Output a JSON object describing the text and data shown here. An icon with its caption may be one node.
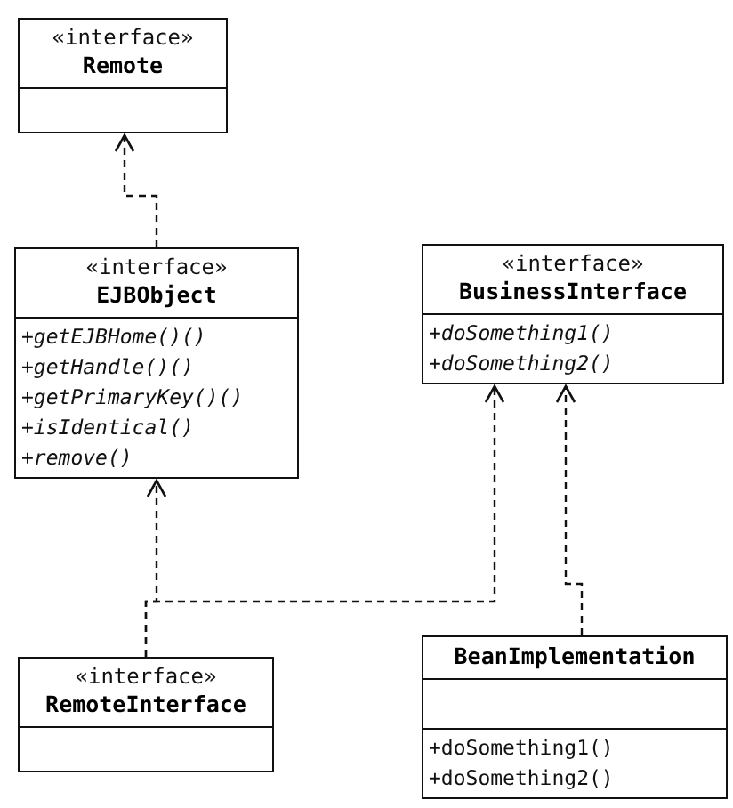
{
  "diagram": {
    "nodes": [
      {
        "text": [
          "«interface»",
          "Remote"
        ]
      },
      {
        "text": [
          "«interface»",
          "EJBObject",
          "+getEJBHome()()",
          "+getHandle()()",
          "+getPrimaryKey()()",
          "+isIdentical()",
          "+remove()"
        ]
      },
      {
        "text": [
          "«interface»",
          "BusinessInterface",
          "+doSomething1()",
          "+doSomething2()"
        ]
      },
      {
        "text": [
          "«interface»",
          "RemoteInterface"
        ]
      },
      {
        "text": [
          "BeanImplementation",
          "+doSomething1()",
          "+doSomething2()"
        ]
      }
    ],
    "edges": [
      {
        "from": 1,
        "to": 0,
        "arrow": "to",
        "style": "dashed"
      },
      {
        "from": 3,
        "to": 1,
        "arrow": "to",
        "style": "dashed"
      },
      {
        "from": 3,
        "to": 2,
        "arrow": "to",
        "style": "dashed"
      },
      {
        "from": 4,
        "to": 2,
        "arrow": "to",
        "style": "dashed"
      }
    ]
  }
}
